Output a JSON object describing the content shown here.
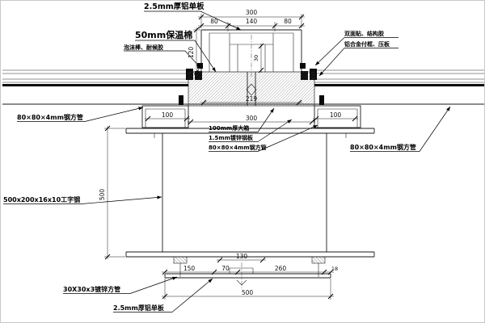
{
  "drawing": {
    "labels": {
      "top_panel": "2.5mm厚铝单板",
      "insulation": "50mm保温棉",
      "foam_sealant": "泡沫棒、耐候胶",
      "tape_sealant": "双面贴、结构胶",
      "alum_frame": "铝合金付框、压板",
      "steel_tube_left": "80×80×4mm钢方管",
      "big_box": "100mm厚大箱",
      "galv_sheet": "1.5mm镀锌钢板",
      "steel_tube_mid": "80×80×4mm钢方管",
      "steel_tube_right": "80×80×4mm钢方管",
      "i_beam": "500x200x16x10工字钢",
      "galv_tube": "30X30x3镀锌方管",
      "bottom_panel": "2.5mm厚铝单板"
    },
    "dimensions": {
      "top_total": "300",
      "top_left": "80",
      "top_mid": "140",
      "top_right": "80",
      "cap_height": "120",
      "inner_height": "30",
      "clamp_span": "219",
      "panel_span": "300",
      "gutter_left": "100",
      "gutter_right": "100",
      "beam_height": "500",
      "bottom_130": "130",
      "bottom_150": "150",
      "bottom_70": "70",
      "bottom_260": "260",
      "bottom_18": "18",
      "bottom_total": "500"
    }
  }
}
